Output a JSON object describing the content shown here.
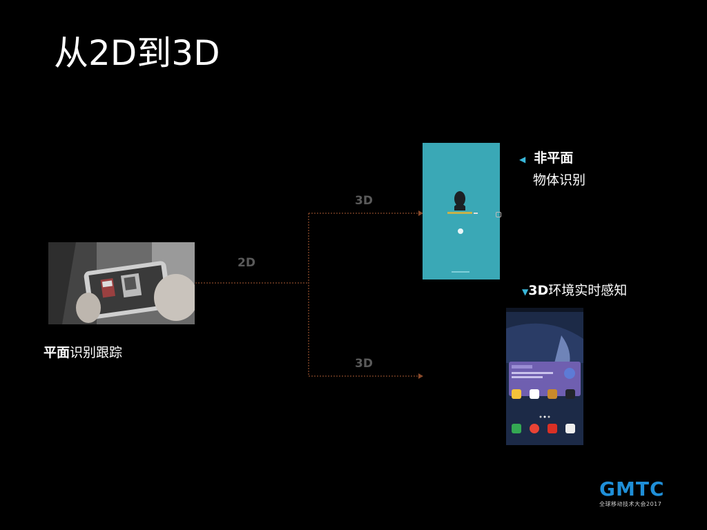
{
  "slide": {
    "title": "从2D到3D"
  },
  "diagram": {
    "edge_2d": "2D",
    "edge_3d_top": "3D",
    "edge_3d_bottom": "3D",
    "left_caption_bold": "平面",
    "left_caption_rest": "识别跟踪",
    "right_top_caption_line1": "非平面",
    "right_top_caption_line2": "物体识别",
    "right_bottom_caption_bold": "3D",
    "right_bottom_caption_rest": "环境实时感知",
    "pointer_icon": "triangle-pointer"
  },
  "branding": {
    "logo_text": "GMTC",
    "logo_subtext": "全球移动技术大会2017",
    "accent": "#39b7d9"
  },
  "colors": {
    "connector": "#8a4a2a",
    "app1_bg": "#3aa8b6"
  }
}
